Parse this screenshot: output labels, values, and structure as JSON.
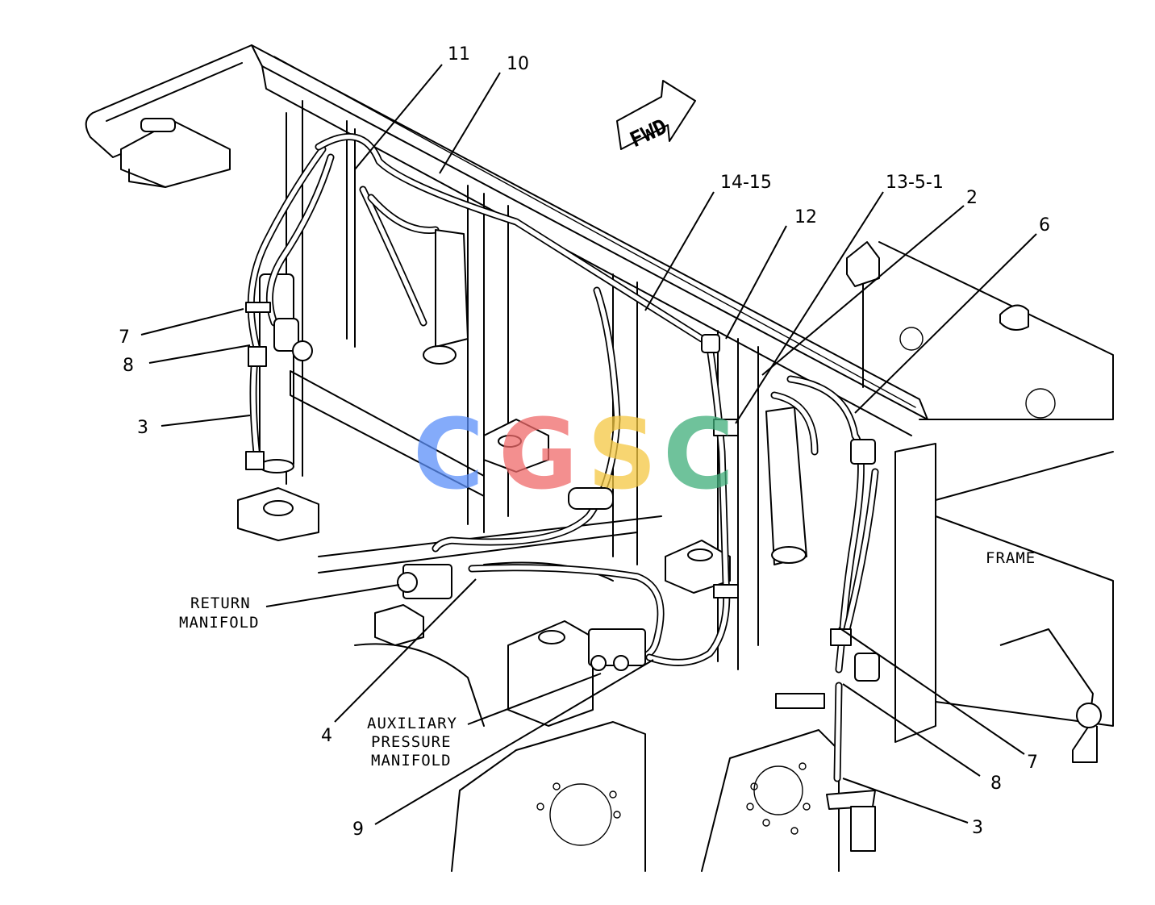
{
  "direction_sign": {
    "text": "FWD"
  },
  "callouts": [
    {
      "id": "c-11",
      "text": "11"
    },
    {
      "id": "c-10",
      "text": "10"
    },
    {
      "id": "c-14-15",
      "text": "14-15"
    },
    {
      "id": "c-13-5-1",
      "text": "13-5-1"
    },
    {
      "id": "c-2",
      "text": "2"
    },
    {
      "id": "c-12",
      "text": "12"
    },
    {
      "id": "c-6",
      "text": "6"
    },
    {
      "id": "c-7-left",
      "text": "7"
    },
    {
      "id": "c-8-left",
      "text": "8"
    },
    {
      "id": "c-3-left",
      "text": "3"
    },
    {
      "id": "c-4",
      "text": "4"
    },
    {
      "id": "c-9",
      "text": "9"
    },
    {
      "id": "c-7-right",
      "text": "7"
    },
    {
      "id": "c-8-right",
      "text": "8"
    },
    {
      "id": "c-3-right",
      "text": "3"
    }
  ],
  "component_labels": {
    "return_manifold": [
      "RETURN",
      "MANIFOLD"
    ],
    "auxiliary_pressure_manifold": [
      "AUXILIARY",
      "PRESSURE",
      "MANIFOLD"
    ],
    "frame": "FRAME"
  },
  "watermark": {
    "letters": [
      "C",
      "G",
      "S",
      "C"
    ],
    "colors": [
      "#5b8ff9",
      "#f06a6a",
      "#f5c842",
      "#3fae7a"
    ]
  }
}
